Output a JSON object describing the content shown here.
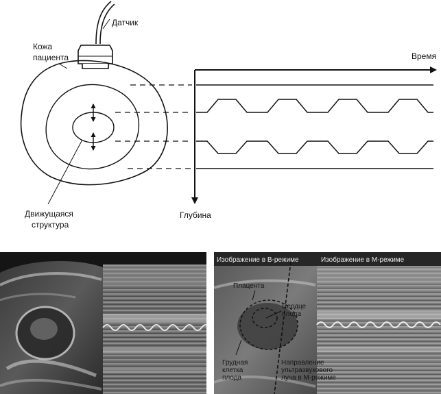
{
  "schematic": {
    "probe_label": "Датчик",
    "skin_label_line1": "Кожа",
    "skin_label_line2": "пациента",
    "time_axis_label": "Время",
    "depth_axis_label": "Глубина",
    "structure_label_line1": "Движущаяся",
    "structure_label_line2": "структура"
  },
  "right_panel": {
    "b_mode_title": "Изображение в B-режиме",
    "m_mode_title": "Изображение в М-режиме",
    "placenta_label": "Плацента",
    "heart_label_line1": "Сердце",
    "heart_label_line2": "плода",
    "chest_label_line1": "Грудная",
    "chest_label_line2": "клетка",
    "chest_label_line3": "плода",
    "beam_label_line1": "Направление",
    "beam_label_line2": "ультразвукового",
    "beam_label_line3": "луча в М-режиме"
  },
  "colors": {
    "ink": "#111111",
    "overlay_text": "#ececec"
  }
}
